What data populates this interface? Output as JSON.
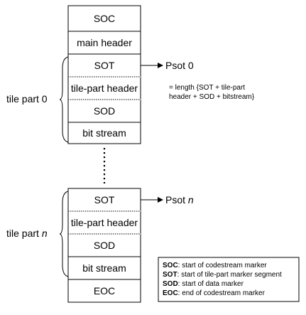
{
  "codestream": {
    "soc": "SOC",
    "main_header": "main header",
    "tile0": {
      "label_main": "tile part 0",
      "sot": "SOT",
      "tile_header": "tile-part header",
      "sod": "SOD",
      "bitstream": "bit stream",
      "psot": "Psot 0"
    },
    "note": {
      "line1": "= length {SOT + tile-part",
      "line2": "header + SOD + bitstream}"
    },
    "tilen": {
      "label_main": "tile part ",
      "label_var": "n",
      "sot": "SOT",
      "tile_header": "tile-part header",
      "sod": "SOD",
      "bitstream": "bit stream",
      "psot_main": "Psot ",
      "psot_var": "n"
    },
    "eoc": "EOC"
  },
  "legend": [
    {
      "key": "SOC",
      "desc": ": start of codestream marker"
    },
    {
      "key": "SOT",
      "desc": ": start of tile-part marker segment"
    },
    {
      "key": "SOD",
      "desc": ": start of data marker"
    },
    {
      "key": "EOC",
      "desc": ": end of codestream marker"
    }
  ]
}
